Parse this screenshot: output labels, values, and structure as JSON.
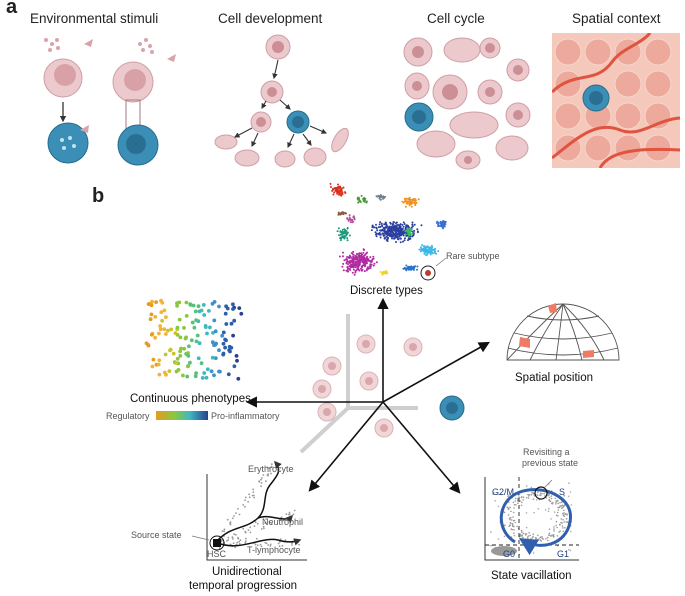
{
  "panel_a": {
    "letter": "a",
    "titles": [
      "Environmental stimuli",
      "Cell development",
      "Cell cycle",
      "Spatial context"
    ]
  },
  "panel_b": {
    "letter": "b",
    "discrete": {
      "title": "Discrete types",
      "rare": "Rare subtype"
    },
    "continuous": {
      "title": "Continuous phenotypes",
      "low": "Regulatory",
      "high": "Pro-inflammatory"
    },
    "spatial": {
      "title": "Spatial position"
    },
    "temporal": {
      "title_line1": "Unidirectional",
      "title_line2": "temporal progression",
      "source": "Source state",
      "hsc": "HSC",
      "ery": "Erythrocyte",
      "neu": "Neutrophil",
      "tly": "T-lymphocyte"
    },
    "vacillation": {
      "title": "State vacillation",
      "revisit_line1": "Revisiting a",
      "revisit_line2": "previous state",
      "g2m": "G2/M",
      "s": "S",
      "g0": "G0",
      "g1": "G1"
    }
  },
  "colors": {
    "cell_pink": "#ecc9cc",
    "cell_nucleus": "#cc8f96",
    "highlight_blue": "#3b8fb6",
    "axis_gray": "#cccccc"
  }
}
